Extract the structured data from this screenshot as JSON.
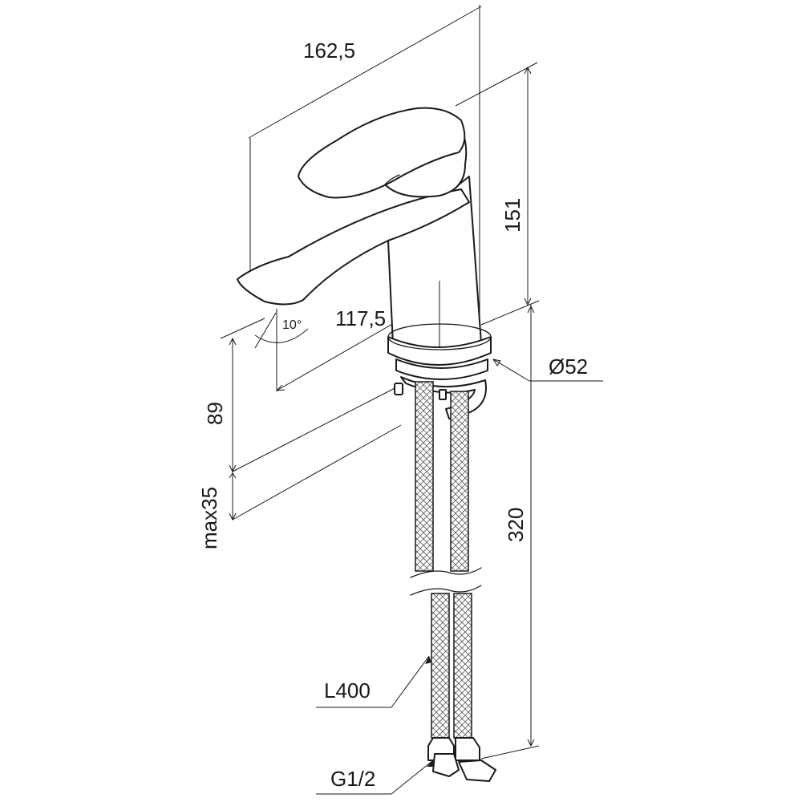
{
  "dimensions": {
    "total_length": "162,5",
    "spout_reach": "117,5",
    "height_body": "151",
    "angle": "10°",
    "spout_height": "89",
    "deck_thickness": "max35",
    "hose_drop": "320",
    "base_diameter": "Ø52",
    "hose_length": "L400",
    "thread": "G1/2"
  }
}
